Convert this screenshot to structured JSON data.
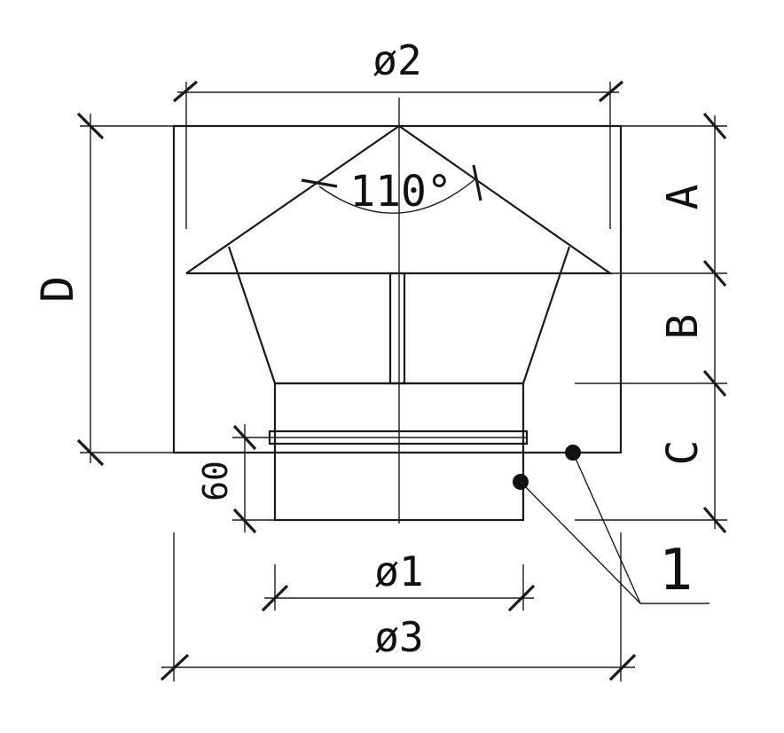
{
  "labels": {
    "d2": "ø2",
    "d1": "ø1",
    "d3": "ø3",
    "angle": "110°",
    "a": "A",
    "b": "B",
    "c": "C",
    "d": "D",
    "h60": "60",
    "callout": "1"
  },
  "colors": {
    "line": "#1a1a1a",
    "background": "#ffffff"
  }
}
